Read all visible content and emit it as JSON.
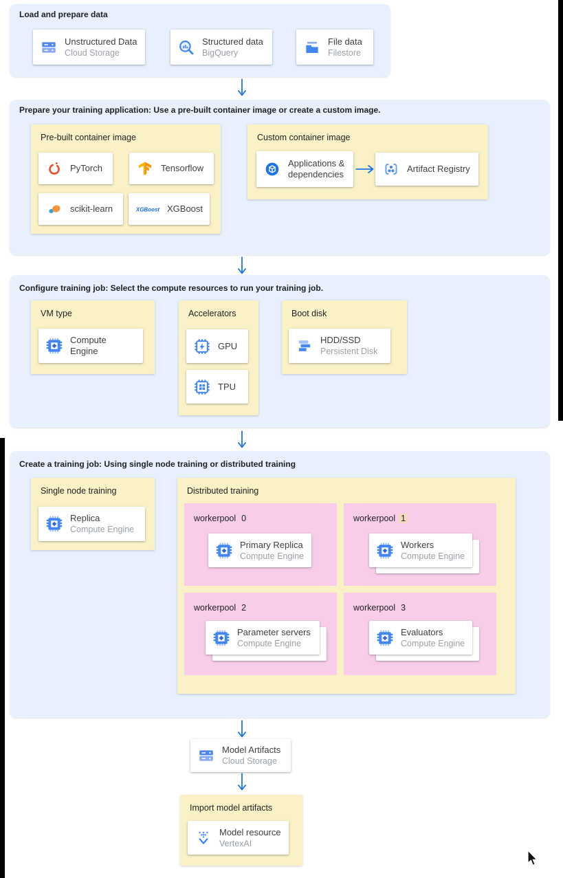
{
  "colors": {
    "section_bg": "#e8f0fe",
    "group_bg": "#faf1c6",
    "pool_bg": "#f9cdea",
    "card_bg": "#ffffff",
    "arrow_blue": "#1a73e8",
    "icon_blue": "#4285f4",
    "pytorch_orange": "#ee4c2c",
    "tensorflow_orange": "#ff9100",
    "highlight_tan": "#f4d9ba",
    "card_title_text": "#3c4043",
    "card_subtitle_text": "#9aa0a6"
  },
  "sections": {
    "load": {
      "title": "Load and prepare data",
      "cards": [
        {
          "title": "Unstructured Data",
          "subtitle": "Cloud Storage",
          "icon": "cloud-storage-icon"
        },
        {
          "title": "Structured data",
          "subtitle": "BigQuery",
          "icon": "bigquery-icon"
        },
        {
          "title": "File data",
          "subtitle": "Filestore",
          "icon": "filestore-icon"
        }
      ]
    },
    "prepare": {
      "title": "Prepare your training application: Use a pre-built container image or create a custom image.",
      "prebuilt": {
        "label": "Pre-built container image",
        "cards": [
          {
            "title": "PyTorch",
            "icon": "pytorch-icon"
          },
          {
            "title": "Tensorflow",
            "icon": "tensorflow-icon"
          },
          {
            "title": "scikit-learn",
            "icon": "scikit-learn-icon"
          },
          {
            "title": "XGBoost",
            "icon": "xgboost-icon"
          }
        ]
      },
      "custom": {
        "label": "Custom container image",
        "cards": [
          {
            "title": "Applications & dependencies",
            "icon": "applications-icon"
          },
          {
            "title": "Artifact Registry",
            "icon": "artifact-registry-icon"
          }
        ]
      }
    },
    "configure": {
      "title": "Configure training job: Select the compute resources to run your training job.",
      "vm": {
        "label": "VM type",
        "card": {
          "title": "Compute Engine",
          "icon": "compute-engine-icon"
        }
      },
      "accelerators": {
        "label": "Accelerators",
        "cards": [
          {
            "title": "GPU",
            "icon": "gpu-icon"
          },
          {
            "title": "TPU",
            "icon": "tpu-icon"
          }
        ]
      },
      "boot": {
        "label": "Boot disk",
        "card": {
          "title": "HDD/SSD",
          "subtitle": "Persistent Disk",
          "icon": "persistent-disk-icon"
        }
      }
    },
    "create": {
      "title": "Create a training job: Using single node training or distributed training",
      "single": {
        "label": "Single node training",
        "card": {
          "title": "Replica",
          "subtitle": "Compute Engine",
          "icon": "compute-engine-icon"
        }
      },
      "distributed": {
        "label": "Distributed training",
        "workerpools": [
          {
            "name": "workerpool",
            "num": "0",
            "stacked": false,
            "card": {
              "title": "Primary Replica",
              "subtitle": "Compute Engine",
              "icon": "compute-engine-icon"
            }
          },
          {
            "name": "workerpool",
            "num": "1",
            "stacked": true,
            "highlighted_num": true,
            "card": {
              "title": "Workers",
              "subtitle": "Compute Engine",
              "icon": "compute-engine-icon"
            }
          },
          {
            "name": "workerpool",
            "num": "2",
            "stacked": true,
            "card": {
              "title": "Parameter servers",
              "subtitle": "Compute Engine",
              "icon": "compute-engine-icon"
            }
          },
          {
            "name": "workerpool",
            "num": "3",
            "stacked": true,
            "card": {
              "title": "Evaluators",
              "subtitle": "Compute Engine",
              "icon": "compute-engine-icon"
            }
          }
        ]
      }
    }
  },
  "flow": {
    "model_artifacts": {
      "title": "Model Artifacts",
      "subtitle": "Cloud Storage",
      "icon": "cloud-storage-icon"
    },
    "import_box": {
      "label": "Import model artifacts",
      "card": {
        "title": "Model resource",
        "subtitle": "VertexAI",
        "icon": "vertex-ai-icon"
      }
    }
  },
  "icons": {
    "xgboost_text": "XGBoost"
  }
}
